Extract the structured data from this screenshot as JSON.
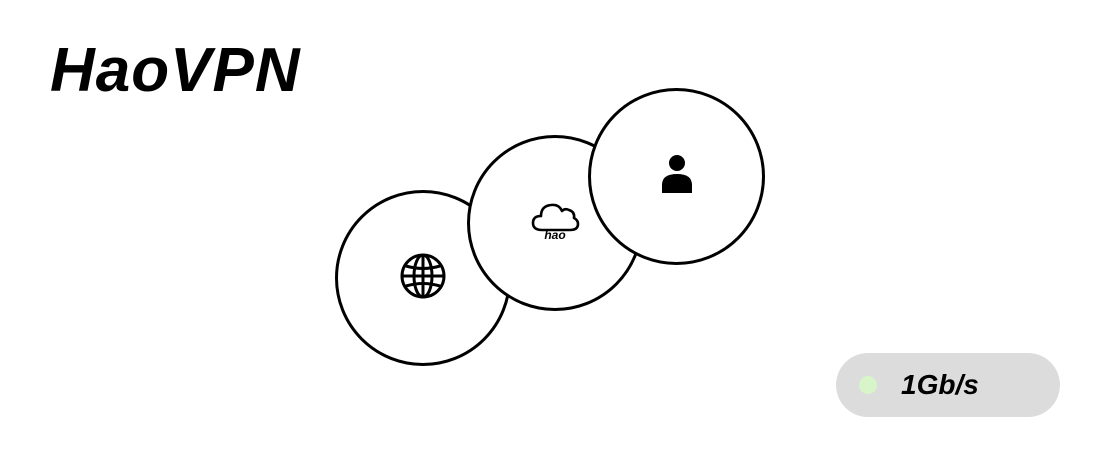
{
  "app": {
    "title": "HaoVPN"
  },
  "nodes": [
    {
      "id": "globe",
      "icon": "globe-icon"
    },
    {
      "id": "cloud",
      "icon": "cloud-icon",
      "label": "hao"
    },
    {
      "id": "user",
      "icon": "user-icon"
    }
  ],
  "status": {
    "speed": "1Gb/s",
    "dot_color": "#d7f5c8",
    "pill_color": "#dcdcdc"
  }
}
